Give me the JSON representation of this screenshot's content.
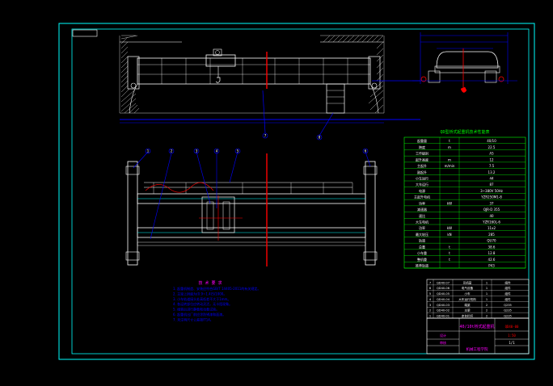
{
  "drawing": {
    "viewport_name": "CAD model space",
    "colors": {
      "background": "#000000",
      "frame": "#00ffff",
      "blue": "#0000ff",
      "white": "#ffffff",
      "red": "#ff0000",
      "green": "#00ff00",
      "yellow": "#ffff00",
      "magenta": "#ff00ff",
      "hatch": "#c0c0c0"
    },
    "tech_table": {
      "title": "QD型桥式起重机技术性能表",
      "rows": [
        {
          "label": "起重量",
          "unit": "t",
          "value": "40/10"
        },
        {
          "label": "跨度",
          "unit": "m",
          "value": "22.5"
        },
        {
          "label": "工作级别",
          "unit": "",
          "value": "A5"
        },
        {
          "label": "起升高度",
          "unit": "m",
          "value": "12"
        },
        {
          "label": "主起升",
          "unit": "m/min",
          "value": "7.5"
        },
        {
          "label": "副起升",
          "unit": "",
          "value": "13.2"
        },
        {
          "label": "小车运行",
          "unit": "",
          "value": "44"
        },
        {
          "label": "大车运行",
          "unit": "",
          "value": "87"
        },
        {
          "label": "电源",
          "unit": "",
          "value": "3~380V 50Hz"
        },
        {
          "label": "主起升电机",
          "unit": "",
          "value": "YZR250M1-8"
        },
        {
          "label": "功率",
          "unit": "kW",
          "value": "37"
        },
        {
          "label": "减速器",
          "unit": "",
          "value": "QJR-D 355"
        },
        {
          "label": "速比",
          "unit": "",
          "value": "40"
        },
        {
          "label": "大车电机",
          "unit": "",
          "value": "YZR160L-6"
        },
        {
          "label": "功率",
          "unit": "kW",
          "value": "11x2"
        },
        {
          "label": "最大轮压",
          "unit": "kN",
          "value": "285"
        },
        {
          "label": "轨道",
          "unit": "",
          "value": "QU70"
        },
        {
          "label": "总重",
          "unit": "t",
          "value": "38.6"
        },
        {
          "label": "小车重",
          "unit": "t",
          "value": "12.8"
        },
        {
          "label": "整机重",
          "unit": "t",
          "value": "42.6"
        },
        {
          "label": "推荐轨道",
          "unit": "",
          "value": "P43"
        }
      ]
    },
    "notes": {
      "title": "技 术 要 求",
      "lines": [
        "1. 起重机制造、安装应符合GB/T 14405-2011的有关规定。",
        "2. 主梁上拱度为(0.9~1.4)S/1000。",
        "3. 小车轨道接头处高低差不大于1mm。",
        "4. 各运转部位应转动灵活，无卡阻现象。",
        "5. 组装后进行静载和动载试验。",
        "6. 起重机出厂前应涂防锈漆和面漆。",
        "7. 未注明尺寸公差按IT14。"
      ]
    },
    "parts_list": [
      {
        "no": "7",
        "code": "QD40-07",
        "name": "司机室",
        "qty": "1",
        "material": "组件"
      },
      {
        "no": "6",
        "code": "QD40-06",
        "name": "电气设备",
        "qty": "1",
        "material": "组件"
      },
      {
        "no": "5",
        "code": "QD40-05",
        "name": "小车",
        "qty": "1",
        "material": "组件"
      },
      {
        "no": "4",
        "code": "QD40-04",
        "name": "大车运行机构",
        "qty": "1",
        "material": "组件"
      },
      {
        "no": "3",
        "code": "QD40-03",
        "name": "端梁",
        "qty": "2",
        "material": "Q235"
      },
      {
        "no": "2",
        "code": "QD40-02",
        "name": "主梁",
        "qty": "2",
        "material": "Q235"
      },
      {
        "no": "1",
        "code": "QD40-01",
        "name": "走台栏杆",
        "qty": "2",
        "material": "Q235"
      }
    ],
    "title_block": {
      "drawing_title": "40/10t桥式起重机",
      "drawing_no": "QD40-00",
      "scale": "1:50",
      "sheet": "1/1",
      "school": "机械工程学院",
      "designer": "设计",
      "checker": "审核"
    },
    "balloons": [
      "1",
      "2",
      "3",
      "4",
      "5",
      "6",
      "7",
      "8"
    ]
  }
}
